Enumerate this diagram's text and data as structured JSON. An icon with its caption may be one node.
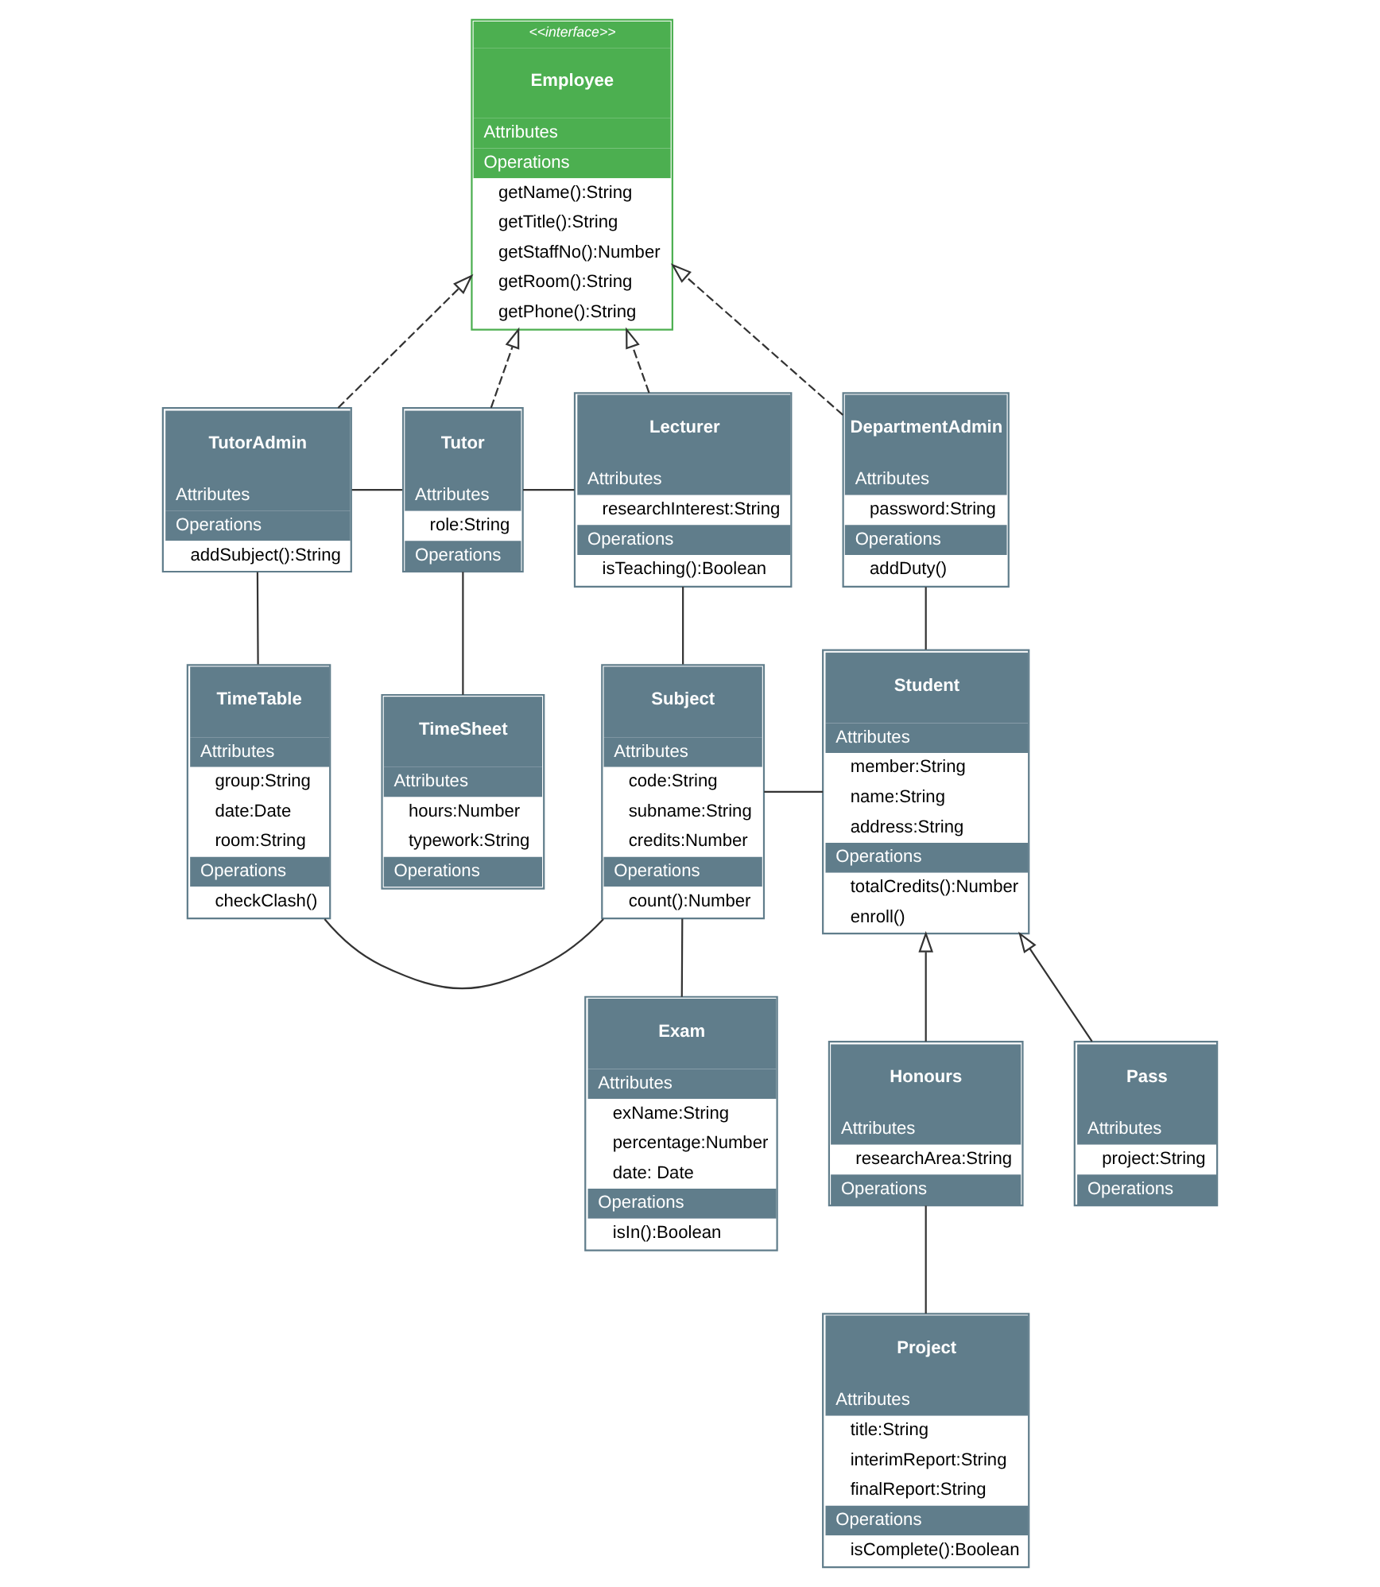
{
  "diagram": {
    "nodes": [
      {
        "text": [
          "<<interface>>",
          "Employee",
          "Attributes",
          "Operations",
          "getName():String",
          "getTitle():String",
          "getStaffNo():Number",
          "getRoom():String",
          "getPhone():String"
        ]
      },
      {
        "text": [
          "TutorAdmin",
          "Attributes",
          "Operations",
          "addSubject():String"
        ]
      },
      {
        "text": [
          "Tutor",
          "Attributes",
          "role:String",
          "Operations"
        ]
      },
      {
        "text": [
          "Lecturer",
          "Attributes",
          "researchInterest:String",
          "Operations",
          "isTeaching():Boolean"
        ]
      },
      {
        "text": [
          "DepartmentAdmin",
          "Attributes",
          "password:String",
          "Operations",
          "addDuty()"
        ]
      },
      {
        "text": [
          "TimeSheet",
          "Attributes",
          "hours:Number",
          "typework:String",
          "Operations"
        ]
      },
      {
        "text": [
          "TimeTable",
          "Attributes",
          "group:String",
          "date:Date",
          "room:String",
          "Operations",
          "checkClash()"
        ]
      },
      {
        "text": [
          "Subject",
          "Attributes",
          "code:String",
          "subname:String",
          "credits:Number",
          "Operations",
          "count():Number"
        ]
      },
      {
        "text": [
          "Student",
          "Attributes",
          "member:String",
          "name:String",
          "address:String",
          "Operations",
          "totalCredits():Number",
          "enroll()"
        ]
      },
      {
        "text": [
          "Exam",
          "Attributes",
          "exName:String",
          "percentage:Number",
          "date: Date",
          "Operations",
          "isIn():Boolean"
        ]
      },
      {
        "text": [
          "Honours",
          "Attributes",
          "researchArea:String",
          "Operations"
        ]
      },
      {
        "text": [
          "Pass",
          "Attributes",
          "project:String",
          "Operations"
        ]
      },
      {
        "text": [
          "Project",
          "Attributes",
          "title:String",
          "interimReport:String",
          "finalReport:String",
          "Operations",
          "isComplete():Boolean"
        ]
      }
    ],
    "edges": [
      {
        "from": 1,
        "to": 0,
        "arrow": "to",
        "style": "dashed"
      },
      {
        "from": 2,
        "to": 0,
        "arrow": "to",
        "style": "dashed"
      },
      {
        "from": 3,
        "to": 0,
        "arrow": "to",
        "style": "dashed"
      },
      {
        "from": 4,
        "to": 0,
        "arrow": "to",
        "style": "dashed"
      },
      {
        "from": 1,
        "to": 2,
        "arrow": "none"
      },
      {
        "from": 2,
        "to": 3,
        "arrow": "none"
      },
      {
        "from": 6,
        "to": 1,
        "arrow": "none"
      },
      {
        "from": 5,
        "to": 2,
        "arrow": "none"
      },
      {
        "from": 7,
        "to": 3,
        "arrow": "none"
      },
      {
        "from": 8,
        "to": 4,
        "arrow": "none"
      },
      {
        "from": 6,
        "to": 7,
        "arrow": "none"
      },
      {
        "from": 7,
        "to": 8,
        "arrow": "none"
      },
      {
        "from": 9,
        "to": 7,
        "arrow": "none"
      },
      {
        "from": 10,
        "to": 8,
        "arrow": "to"
      },
      {
        "from": 11,
        "to": 8,
        "arrow": "to"
      },
      {
        "from": 12,
        "to": 10,
        "arrow": "none"
      }
    ]
  }
}
